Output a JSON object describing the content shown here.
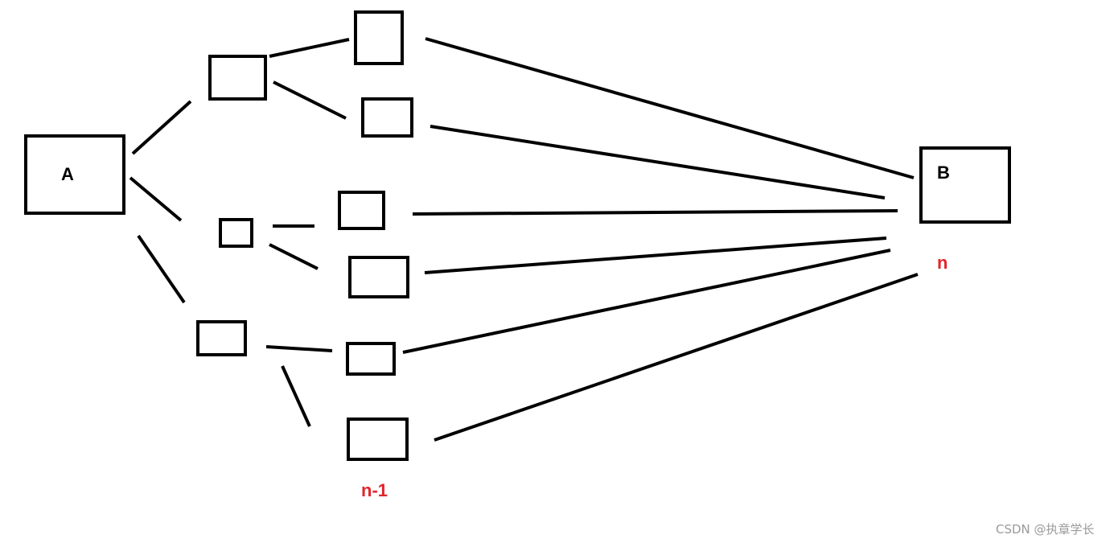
{
  "nodes": {
    "a": "A",
    "b": "B"
  },
  "labels": {
    "level_n_minus_1": "n-1",
    "level_n": "n"
  },
  "watermark": "CSDN @执章学长",
  "colors": {
    "stroke": "#000000",
    "label_accent": "#e3242b",
    "watermark": "#9a9a9a"
  }
}
